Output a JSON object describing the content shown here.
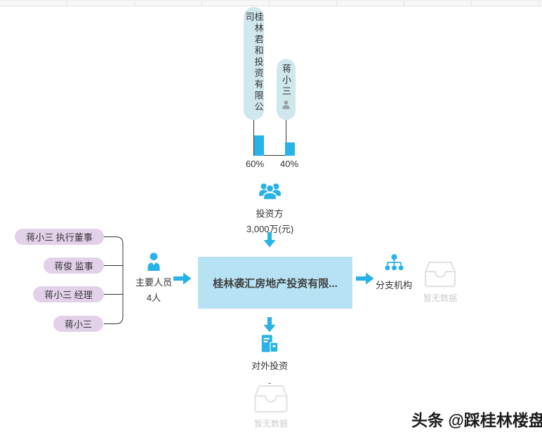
{
  "colors": {
    "accent_cyan": "#28b2e8",
    "shareholder_pill_bg": "#cfe8ee",
    "member_pill_bg": "#e2d1e9",
    "company_box_bg": "#b6e2f4",
    "empty_gray": "#dedede",
    "line_black": "#333333"
  },
  "shareholders": {
    "nodes": [
      {
        "name": "桂林君和投资有限公司",
        "type": "company",
        "percent": "60%"
      },
      {
        "name": "蒋小三",
        "type": "person",
        "percent": "40%"
      }
    ]
  },
  "investment": {
    "label": "投资方",
    "amount": "3,000万(元)"
  },
  "company": {
    "name": "桂林袭汇房地产投资有限..."
  },
  "personnel": {
    "label": "主要人员",
    "count": "4人",
    "members": [
      "蒋小三 执行董事",
      "蒋俊 监事",
      "蒋小三 经理",
      "蒋小三"
    ]
  },
  "branches": {
    "label": "分支机构",
    "empty_text": "暂无数据"
  },
  "outbound": {
    "label": "对外投资",
    "value": "-",
    "empty_text": "暂无数据"
  },
  "watermark": "头条 @踩桂林楼盘",
  "icons": {
    "person_gray": "user-icon",
    "investors_group": "people-group-icon",
    "key_person": "person-icon",
    "branch_tree": "org-hierarchy-icon",
    "outbound_building": "building-list-icon",
    "empty_tray": "empty-box-icon",
    "arrow": "arrow-icon"
  }
}
